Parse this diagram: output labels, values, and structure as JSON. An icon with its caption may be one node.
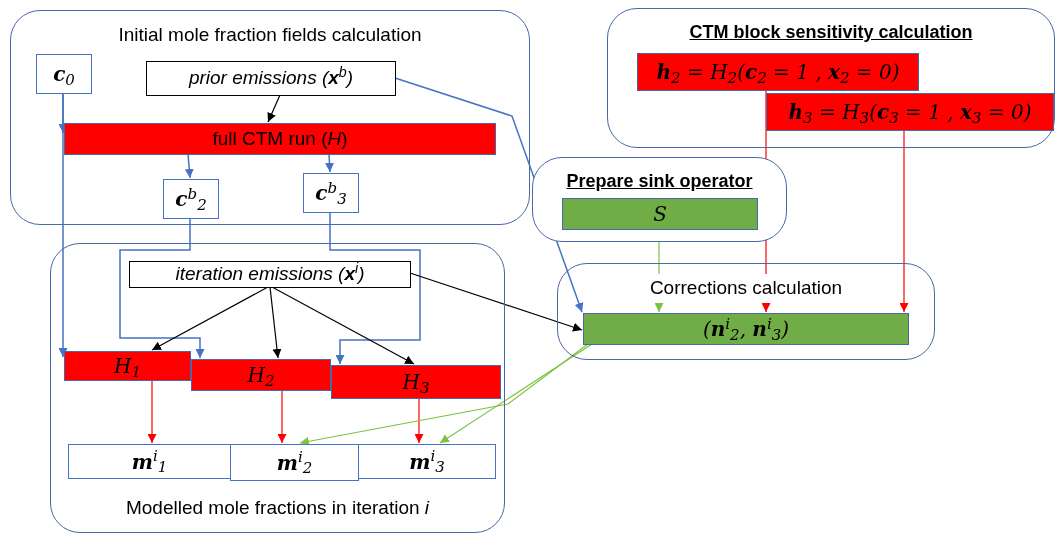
{
  "diagram": {
    "nodes": [
      {
        "text": [
          "Initial mole fraction fields calculation"
        ]
      },
      {
        "text": [
          "**c**$_{0}$"
        ],
        "in": 0
      },
      {
        "text": [
          "prior emissions (**x**$^{b}$)"
        ],
        "in": 0
      },
      {
        "text": [
          "full CTM run (*H*)"
        ],
        "in": 0
      },
      {
        "text": [
          "**c**$^{b}$$_{2}$"
        ],
        "in": 0
      },
      {
        "text": [
          "**c**$^{b}$$_{3}$"
        ],
        "in": 0
      },
      {
        "text": [
          "Modelled mole fractions in iteration *i*"
        ]
      },
      {
        "text": [
          "iteration emissions (**x**$^{i}$)"
        ],
        "in": 6
      },
      {
        "text": [
          "*H*$_{1}$"
        ],
        "in": 6
      },
      {
        "text": [
          "*H*$_{2}$"
        ],
        "in": 6
      },
      {
        "text": [
          "*H*$_{3}$"
        ],
        "in": 6
      },
      {
        "text": [
          "**m**$^{i}$$_{1}$"
        ],
        "in": 6
      },
      {
        "text": [
          "**m**$^{i}$$_{2}$"
        ],
        "in": 6
      },
      {
        "text": [
          "**m**$^{i}$$_{3}$"
        ],
        "in": 6
      },
      {
        "text": [
          "CTM block sensitivity calculation"
        ]
      },
      {
        "text": [
          "**h**$_{2}$ = *H*$_{2}$(**c**$_{2}$ = 1 , **x**$_{2}$ = 0)"
        ],
        "in": 14
      },
      {
        "text": [
          "**h**$_{3}$ = *H*$_{3}$(**c**$_{3}$ = 1 , **x**$_{3}$ = 0)"
        ],
        "in": 14
      },
      {
        "text": [
          "Prepare sink operator"
        ]
      },
      {
        "text": [
          "*S*"
        ],
        "in": 17
      },
      {
        "text": [
          "Corrections calculation"
        ]
      },
      {
        "text": [
          "(**n**$^{i}$$_{2}$, **n**$^{i}$$_{3}$)"
        ],
        "in": 19
      }
    ],
    "edges": [
      {
        "from": 2,
        "to": 3,
        "arrow": "to",
        "color": "#000000"
      },
      {
        "from": 1,
        "to": 3,
        "arrow": "to"
      },
      {
        "from": 1,
        "to": 8,
        "arrow": "to"
      },
      {
        "from": 3,
        "to": 4,
        "arrow": "to"
      },
      {
        "from": 3,
        "to": 5,
        "arrow": "to"
      },
      {
        "from": 4,
        "to": 9,
        "arrow": "to"
      },
      {
        "from": 5,
        "to": 10,
        "arrow": "to"
      },
      {
        "from": 2,
        "to": 20,
        "arrow": "to"
      },
      {
        "from": 7,
        "to": 8,
        "arrow": "to",
        "color": "#000000"
      },
      {
        "from": 7,
        "to": 9,
        "arrow": "to",
        "color": "#000000"
      },
      {
        "from": 7,
        "to": 10,
        "arrow": "to",
        "color": "#000000"
      },
      {
        "from": 7,
        "to": 20,
        "arrow": "to",
        "color": "#000000"
      },
      {
        "from": 8,
        "to": 11,
        "arrow": "to",
        "color": "#ff0000"
      },
      {
        "from": 9,
        "to": 12,
        "arrow": "to",
        "color": "#ff0000"
      },
      {
        "from": 10,
        "to": 13,
        "arrow": "to",
        "color": "#ff0000"
      },
      {
        "from": 15,
        "to": 20,
        "arrow": "to",
        "color": "#ff0000"
      },
      {
        "from": 16,
        "to": 20,
        "arrow": "to",
        "color": "#ff0000"
      },
      {
        "from": 18,
        "to": 20,
        "arrow": "to",
        "color": "#7cc242"
      },
      {
        "from": 20,
        "to": 12,
        "arrow": "to",
        "color": "#7cc242"
      },
      {
        "from": 20,
        "to": 13,
        "arrow": "to",
        "color": "#7cc242"
      }
    ]
  }
}
